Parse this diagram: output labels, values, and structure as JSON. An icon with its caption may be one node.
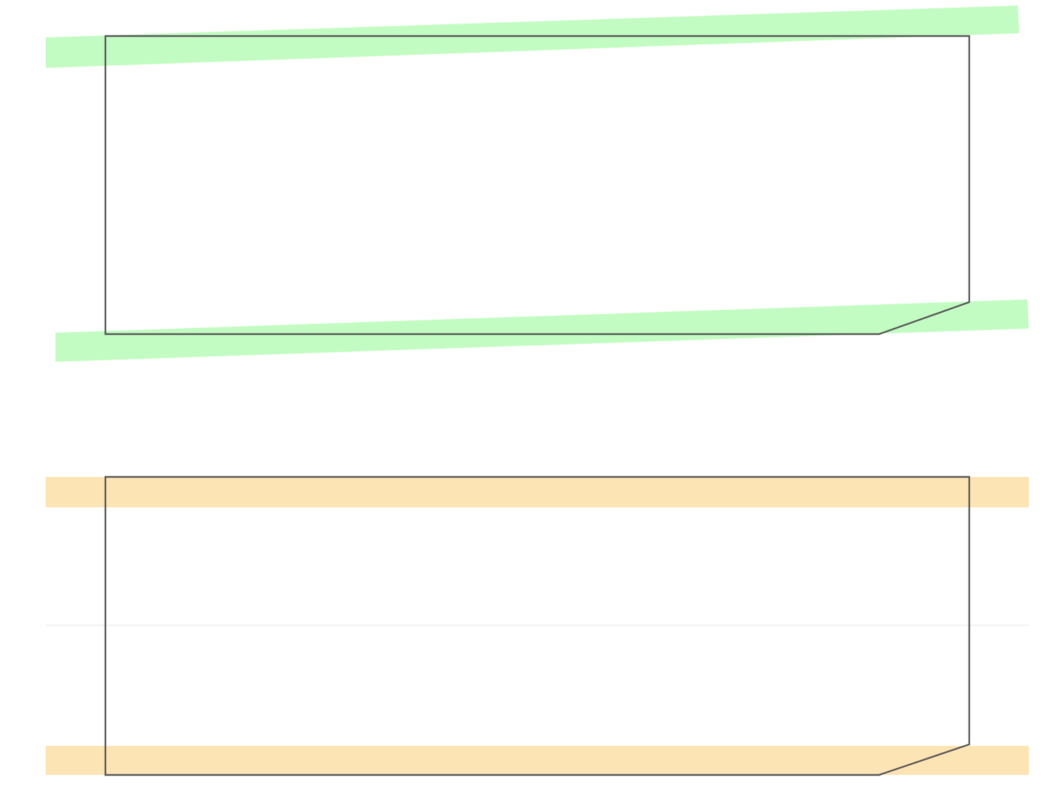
{
  "diagram": {
    "nodes": [
      {
        "text": [],
        "shape": "band"
      },
      {
        "text": [],
        "shape": "box"
      },
      {
        "text": [],
        "shape": "band"
      },
      {
        "text": [],
        "shape": "band"
      },
      {
        "text": [],
        "shape": "box"
      },
      {
        "text": [],
        "shape": "band"
      }
    ]
  }
}
